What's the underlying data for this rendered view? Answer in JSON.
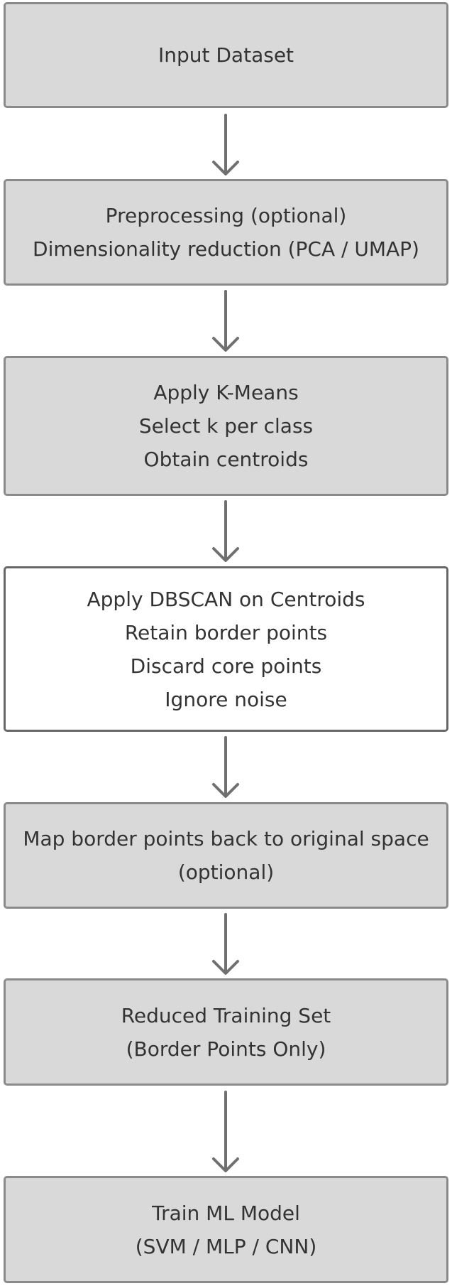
{
  "steps": [
    {
      "lines": [
        "Input Dataset"
      ]
    },
    {
      "lines": [
        "Preprocessing (optional)",
        "Dimensionality reduction (PCA / UMAP)"
      ]
    },
    {
      "lines": [
        "Apply K-Means",
        "Select k per class",
        "Obtain centroids"
      ]
    },
    {
      "lines": [
        "Apply DBSCAN on Centroids",
        "Retain border points",
        "Discard core points",
        "Ignore noise"
      ]
    },
    {
      "lines": [
        "Map border points back to original space",
        "(optional)"
      ]
    },
    {
      "lines": [
        "Reduced Training Set",
        "(Border Points Only)"
      ]
    },
    {
      "lines": [
        "Train ML Model",
        "(SVM / MLP / CNN)"
      ]
    }
  ],
  "colors": {
    "box_fill": "#d9d9d9",
    "box_border": "#8a8a8a",
    "highlight_fill": "#ffffff",
    "highlight_border": "#666666",
    "arrow": "#707070",
    "text": "#333333"
  }
}
